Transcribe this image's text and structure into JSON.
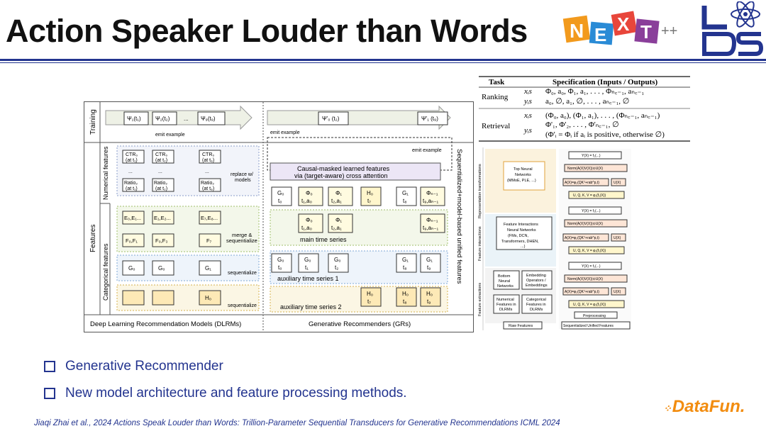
{
  "title": "Action Speaker Louder than Words",
  "logo_next": "NEXT++",
  "figure": {
    "training_label": "Training",
    "features_label": "Features",
    "numerical_label": "Numerical features",
    "categorical_label": "Categorical features",
    "sequentialized_label": "Sequentialized+model-based unified features",
    "psi_boxes": [
      "Ψ₁(t₁)",
      "Ψ₂(t₂)",
      "...",
      "Ψ₉(t₉)"
    ],
    "psi_prime_boxes": [
      "Ψ'₀ (t₂)",
      "Ψ'₁ (t₉)"
    ],
    "emit_example": "emit example",
    "ctr_boxes": [
      "CTR₀\n(at t₁)",
      "CTR₀\n(at t₂)",
      "CTR₀\n(at t₉)"
    ],
    "ratio_boxes": [
      "Ratio₂\n(at t₁)",
      "Ratio₂\n(at t₂)",
      "Ratio₂\n(at t₉)"
    ],
    "replace_models": "replace w/ models",
    "merge_seq": "merge & sequentialize",
    "sequentialize": "sequentialize",
    "causal_title": "Causal-masked learned features via (target-aware) cross attention",
    "main_time_series": "main time series",
    "aux1": "auxiliary time series 1",
    "aux2": "auxiliary time series 2",
    "dlrm_label": "Deep Learning Recommendation Models (DLRMs)",
    "gr_label": "Generative Recommenders (GRs)"
  },
  "table": {
    "headers": [
      "Task",
      "Specification (Inputs / Outputs)"
    ],
    "rows": [
      {
        "task": "Ranking",
        "x": "xᵢs  Φ₀, a₀, Φ₁, a₁, ..., Φₙ꜀₋₁, aₙ꜀₋₁",
        "y": "yᵢs  a₀, ∅, a₁, ∅, ..., aₙ꜀₋₁, ∅"
      },
      {
        "task": "Retrieval",
        "x": "xᵢs  (Φ₀, a₀), (Φ₁, a₁), ..., (Φₙ꜀₋₁, aₙ꜀₋₁)",
        "y": "yᵢs  Φ'₁, Φ'₂, ..., Φ'ₙ꜀₋₁, ∅",
        "note": "(Φ'ᵢ = Φᵢ if aᵢ is positive, otherwise ∅)"
      }
    ]
  },
  "arch": {
    "rep_trans": "Representation transformations",
    "feat_inter": "Feature interactions",
    "feat_extr": "Feature extractions",
    "top_nn": "Top Neural Networks (MMoE, PLE, ...)",
    "fi_nn": "Feature Interactions Neural Networks (FMs, DCN, Transformers, DHEN, ...)",
    "bottom_nn": "Bottom Neural Networks",
    "embed_ops": "Embedding Operators / Embeddings",
    "num_feat": "Numerical Features in DLRMs",
    "cat_feat": "Categorical Features in DLRMs",
    "raw_feat": "Raw Features",
    "preproc": "Preprocessing",
    "seq_unified": "Sequentialized Unified Features"
  },
  "bullets": [
    "Generative Recommender",
    "New model architecture and feature processing methods."
  ],
  "citation": "Jiaqi Zhai et al., 2024 Actions Speak Louder than Words: Trillion-Parameter Sequential Transducers for Generative Recommendations  ICML 2024",
  "brand": "DataFun."
}
